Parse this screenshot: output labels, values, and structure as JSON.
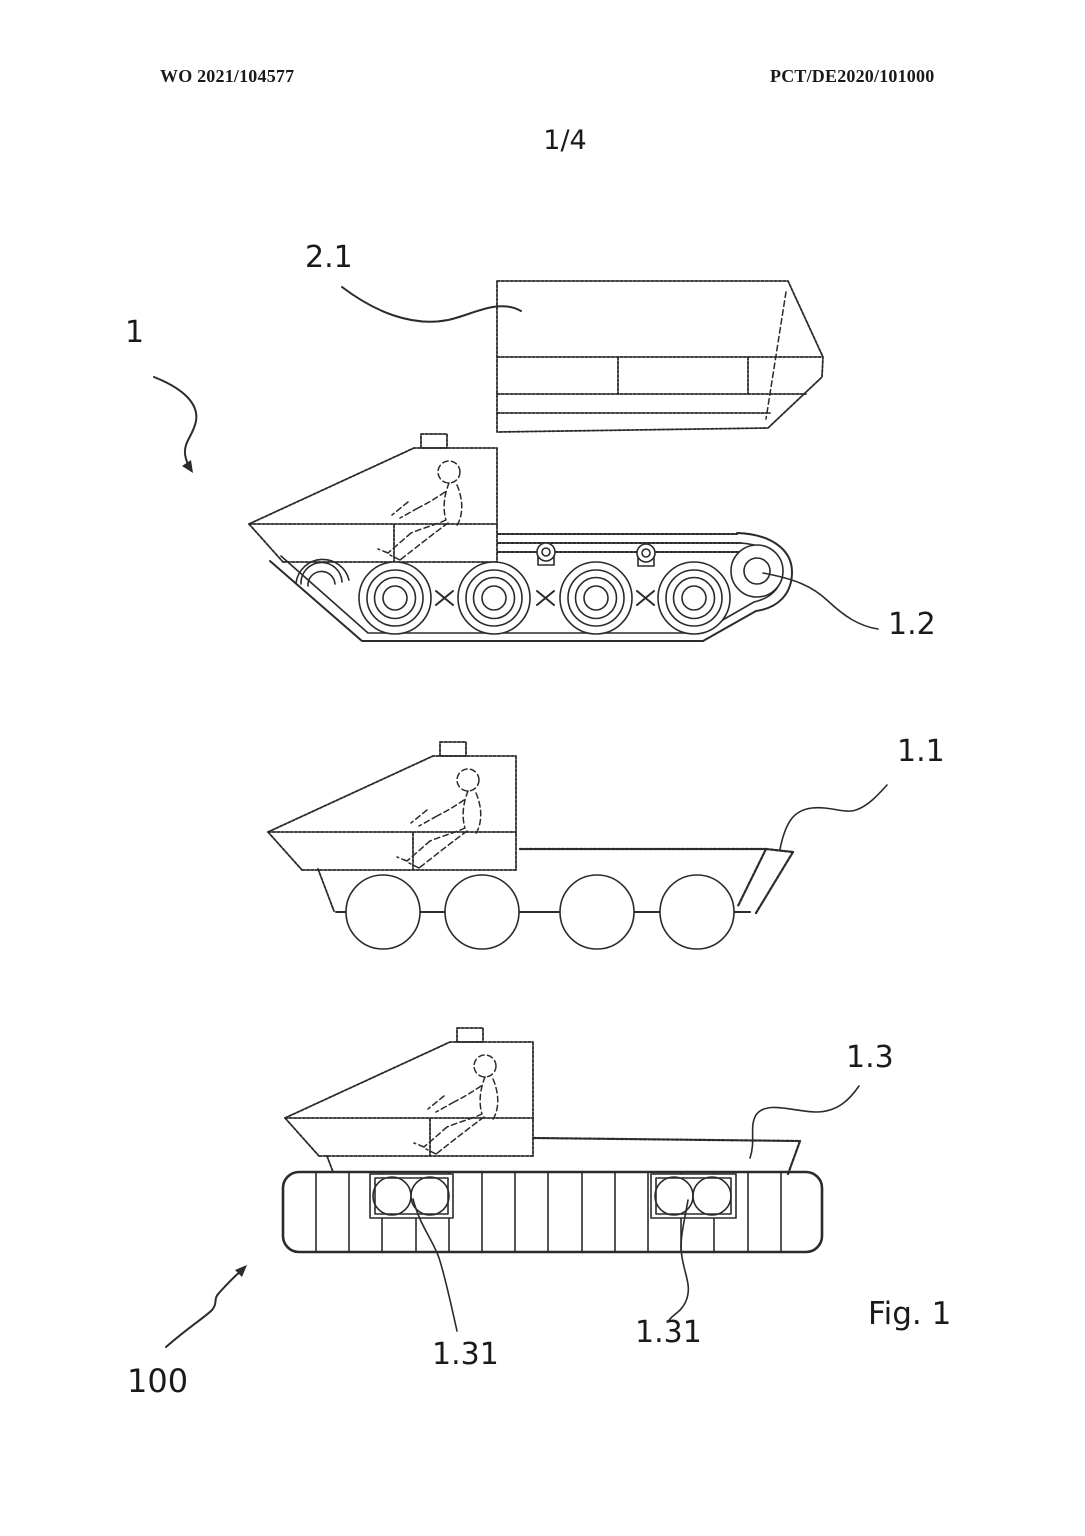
{
  "page": {
    "paper_color": "#ffffff",
    "ink_color": "#2b2b2b"
  },
  "header": {
    "left": "WO 2021/104577",
    "right": "PCT/DE2020/101000",
    "page_number": "1/4"
  },
  "figure": {
    "caption": "Fig. 1",
    "refs": {
      "assembly": "1",
      "cargo_module": "2.1",
      "track_unit": "1.2",
      "wheel_unit": "1.1",
      "hover_unit": "1.3",
      "fan_left": "1.31",
      "fan_right": "1.31",
      "base_vehicle": "100"
    },
    "drawings": {
      "top": "tracked vehicle with driver and detached cargo module",
      "middle": "wheeled vehicle with driver and flat bed",
      "bottom": "hover/float platform vehicle with two lift fans"
    }
  }
}
